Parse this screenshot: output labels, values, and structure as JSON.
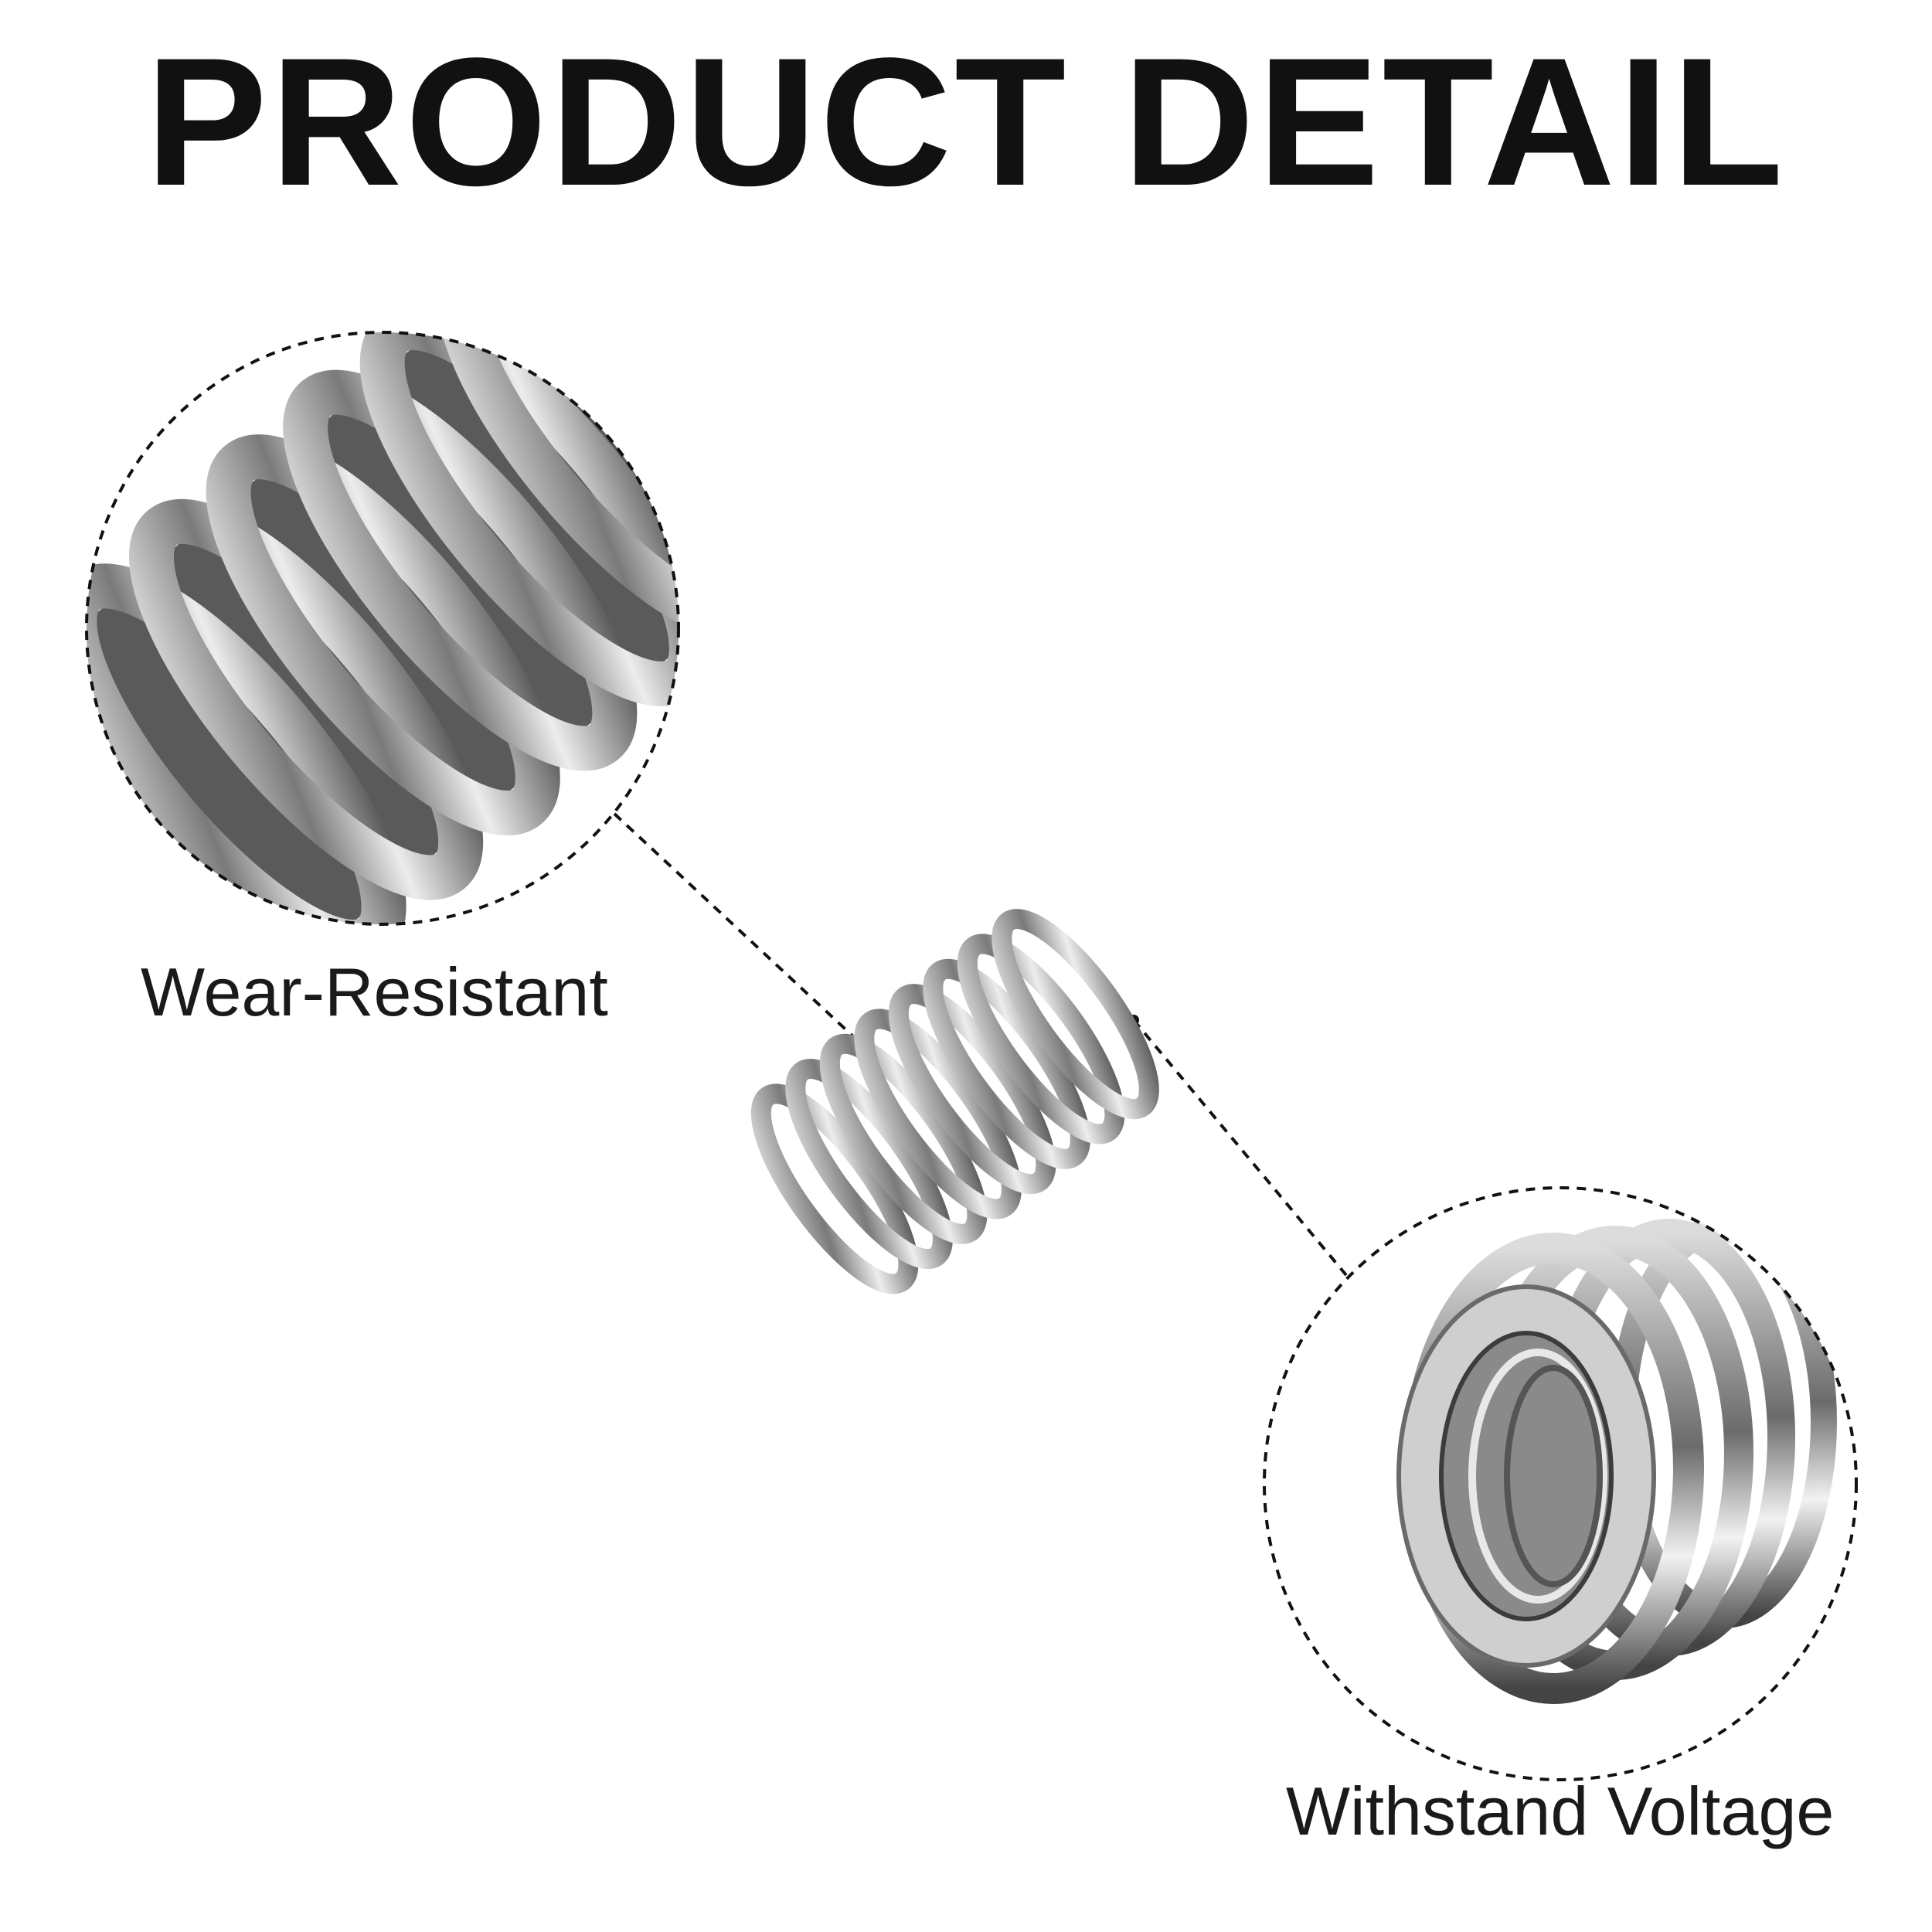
{
  "header": {
    "title": "PRODUCT DETAIL"
  },
  "callouts": [
    {
      "label": "Wear-Resistant",
      "icon": "spring-closeup-coils"
    },
    {
      "label": "Withstand Voltage",
      "icon": "spring-closeup-end"
    }
  ],
  "product": {
    "icon": "compression-spring"
  },
  "colors": {
    "background": "#ffffff",
    "text": "#111111",
    "metal_dark": "#3a3a3a",
    "metal_light": "#d8d8d8"
  }
}
